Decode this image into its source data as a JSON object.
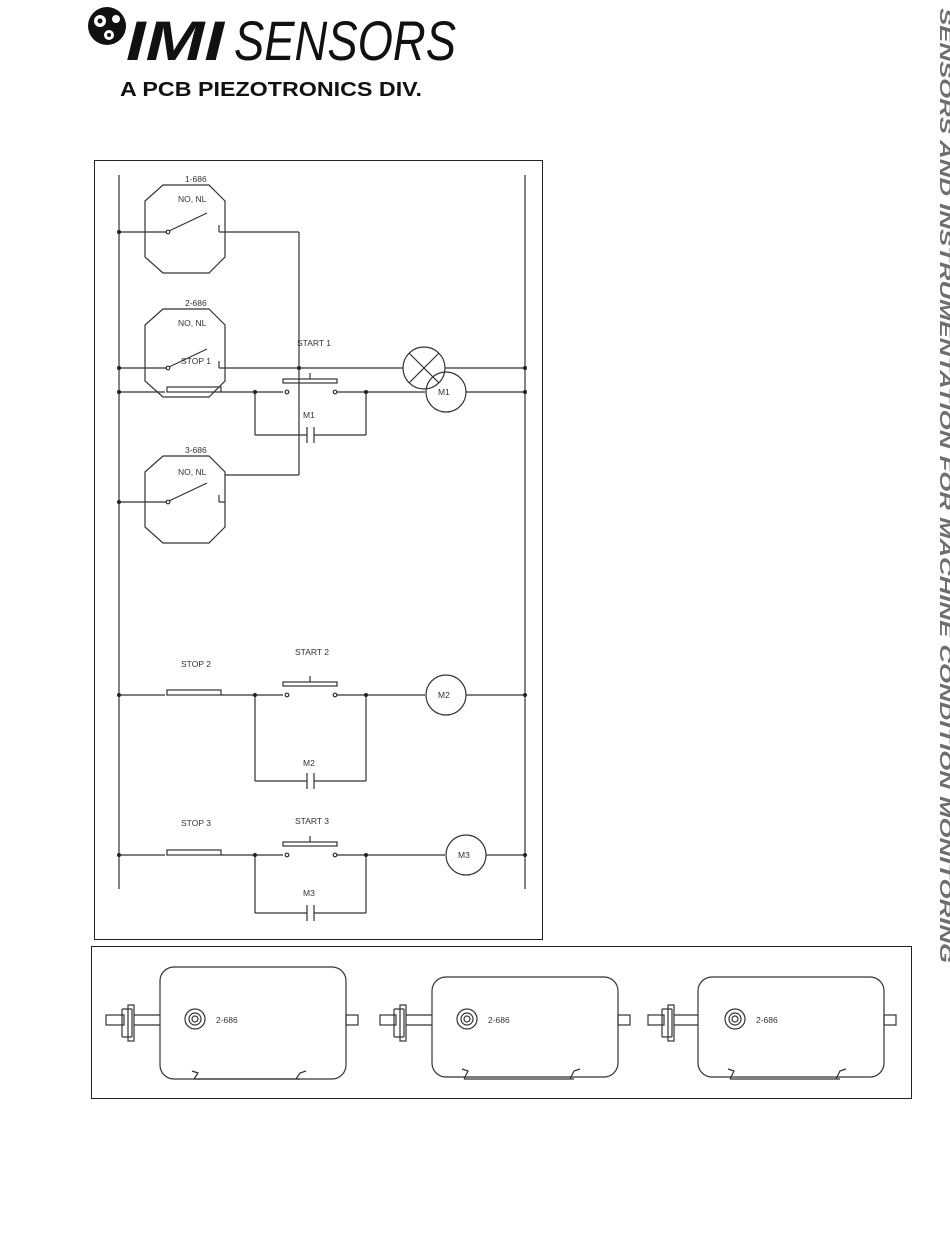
{
  "logo": {
    "brand_main": "IMI",
    "brand_second": "SENSORS",
    "division": "A PCB PIEZOTRONICS DIV."
  },
  "side_banner": "SENSORS AND INSTRUMENTATION FOR MACHINE CONDITION MONITORING",
  "ladder": {
    "switches": [
      {
        "id": "1-686",
        "contact": "NO, NL"
      },
      {
        "id": "2-686",
        "contact": "NO, NL"
      },
      {
        "id": "3-686",
        "contact": "NO, NL"
      }
    ],
    "motor_rungs": [
      {
        "stop": "STOP 1",
        "start": "START 1",
        "aux": "M1",
        "motor": "M1"
      },
      {
        "stop": "STOP 2",
        "start": "START 2",
        "aux": "M2",
        "motor": "M2"
      },
      {
        "stop": "STOP 3",
        "start": "START 3",
        "aux": "M3",
        "motor": "M3"
      }
    ]
  },
  "motors": [
    {
      "sensor_label": "2-686"
    },
    {
      "sensor_label": "2-686"
    },
    {
      "sensor_label": "2-686"
    }
  ],
  "colors": {
    "ink": "#222222",
    "line": "#333333",
    "banner_text": "#6e6e6e"
  }
}
